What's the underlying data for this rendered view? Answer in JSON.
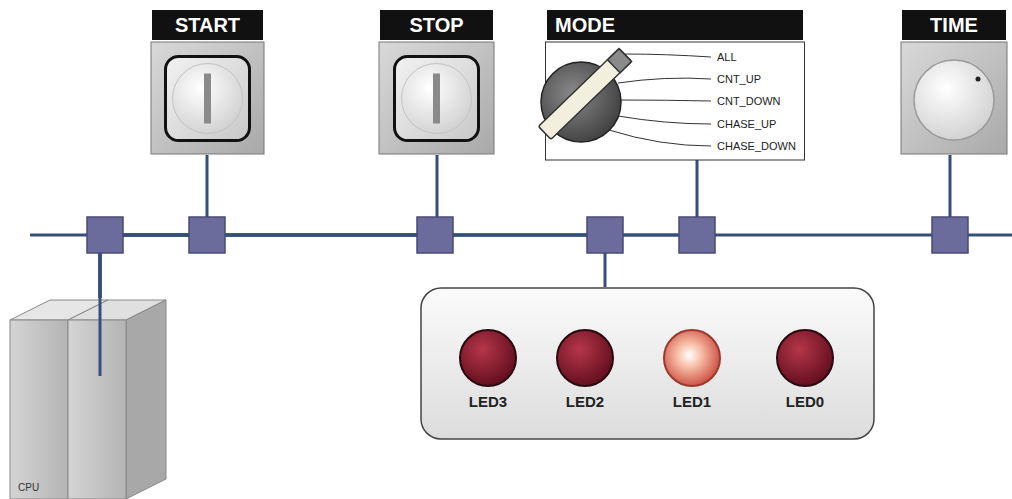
{
  "diagram": {
    "nodes": [
      {
        "text": [
          "START"
        ]
      },
      {
        "text": [
          "STOP"
        ]
      },
      {
        "text": [
          "MODE",
          "ALL",
          "CNT_UP",
          "CNT_DOWN",
          "CHASE_UP",
          "CHASE_DOWN"
        ]
      },
      {
        "text": [
          "TIME"
        ]
      },
      {
        "text": [
          "LED3",
          "LED2",
          "LED1",
          "LED0"
        ]
      },
      {
        "text": [
          "CPU"
        ]
      }
    ],
    "edges": [
      {
        "from": 5,
        "to": 0,
        "arrow": "none"
      },
      {
        "from": 5,
        "to": 1,
        "arrow": "none"
      },
      {
        "from": 5,
        "to": 3,
        "arrow": "none"
      },
      {
        "from": 5,
        "to": 2,
        "arrow": "none"
      },
      {
        "from": 5,
        "to": 4,
        "arrow": "none"
      }
    ]
  }
}
